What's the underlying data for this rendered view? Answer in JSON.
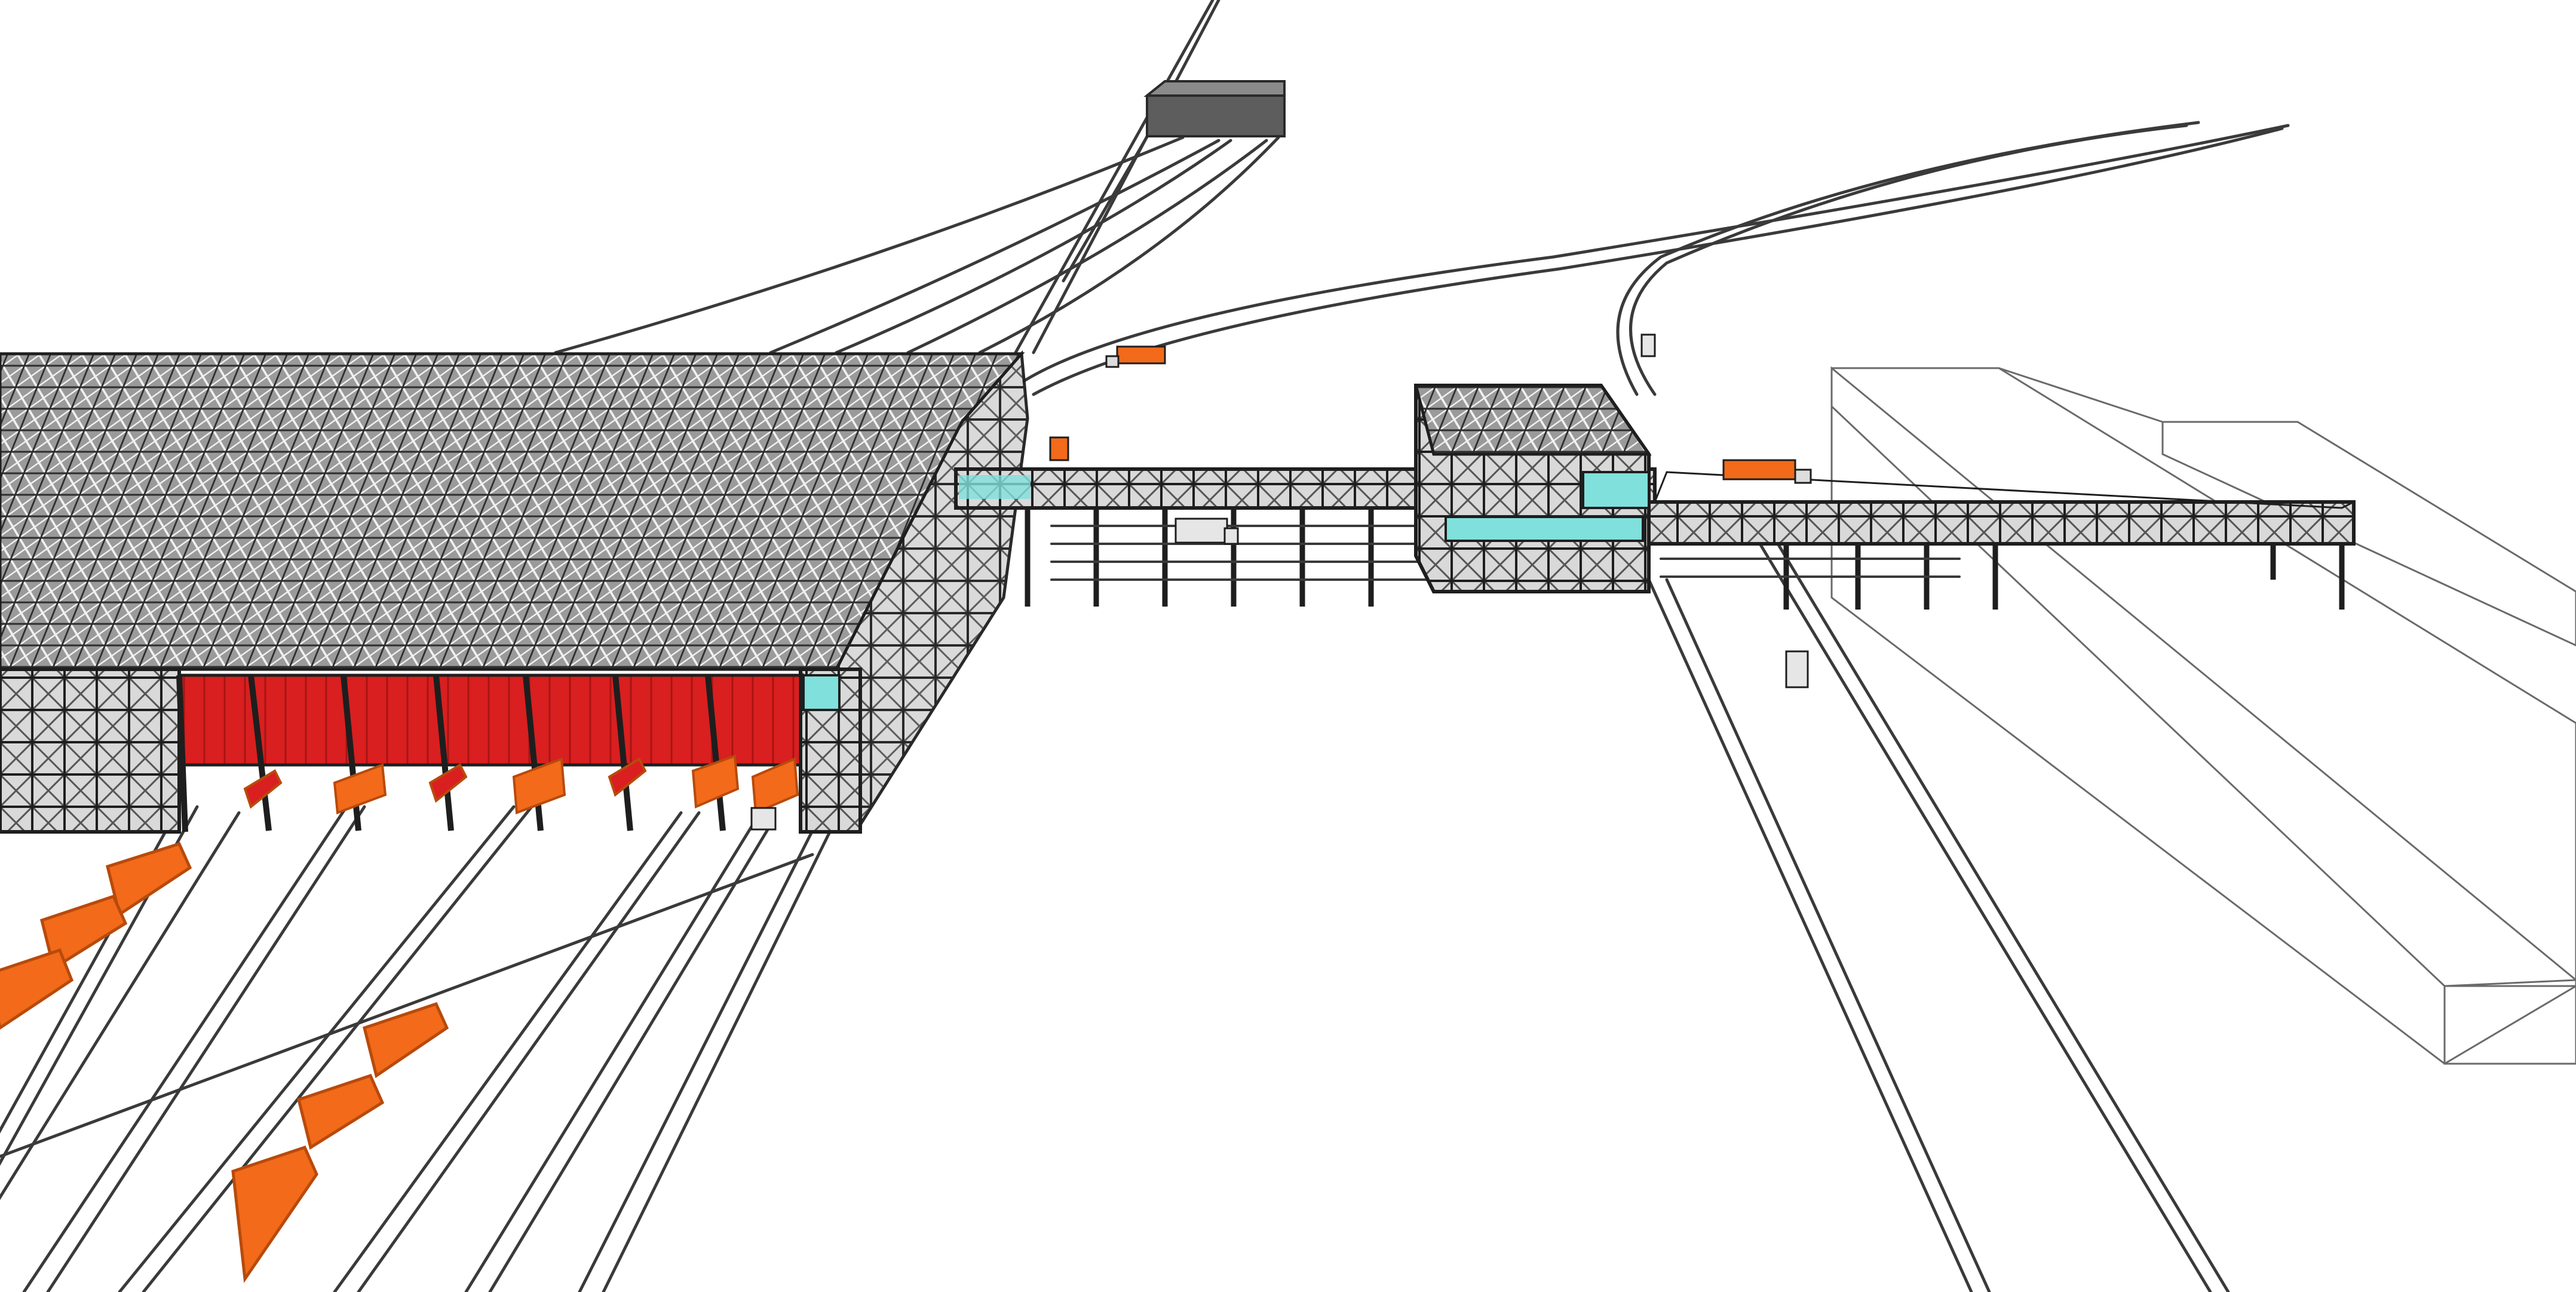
{
  "scene": {
    "description_text": "",
    "colors": {
      "background": "#ffffff",
      "track": "#3a3a3a",
      "roof": "#8c8c8c",
      "roof_grid": "#3f3f3f",
      "structure": "#1e1e1e",
      "red_facade": "#d91f1f",
      "red_facade_dark": "#a81414",
      "container": "#f26a1a",
      "container_dark": "#b84a0c",
      "glass": "#7fe0dc",
      "silo": "#5d5d5d",
      "outline": "#6a6a6a"
    },
    "icons": [
      "warehouse-roof",
      "red-loading-dock",
      "container-wagon",
      "elevated-bridge",
      "control-tower",
      "truck",
      "rail-track",
      "gray-silo",
      "outline-block"
    ]
  }
}
